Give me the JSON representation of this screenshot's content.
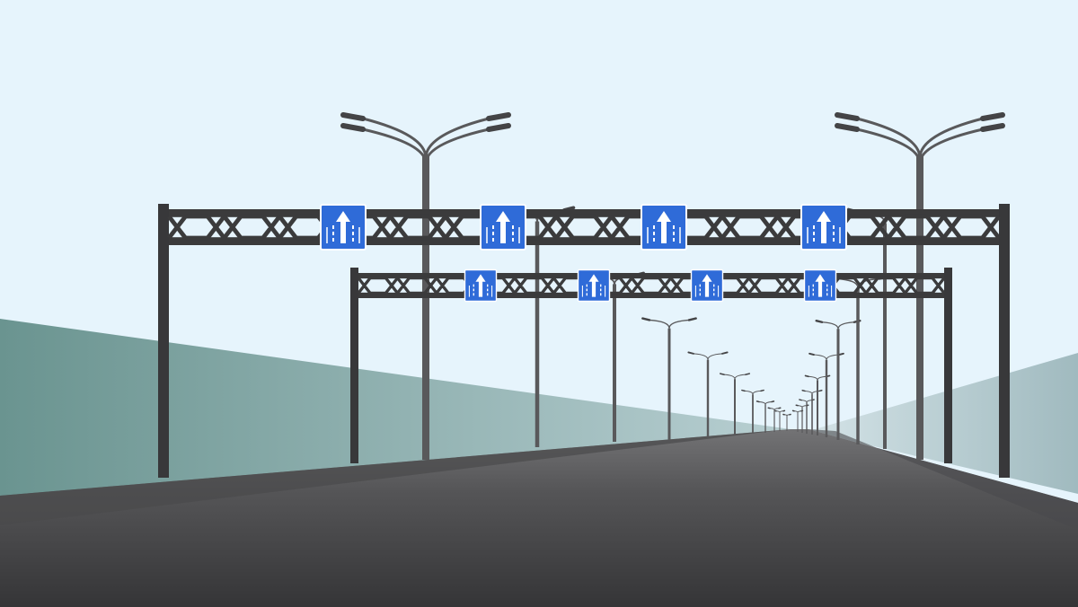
{
  "scene": {
    "subject": "highway-overhead-gantries",
    "colors": {
      "sky": "#e6f4fc",
      "hill_left": "#6f9894",
      "hill_right": "#a3bcc0",
      "road_near": "#3a3a3c",
      "road_far": "#727274",
      "shoulder": "#4a4a4c",
      "steel": "#3b3b3c",
      "sign_blue": "#2f6bd8",
      "sign_border": "#ffffff",
      "lamp_pole": "#5a5a5c"
    },
    "gantries": [
      {
        "name": "near-gantry",
        "sign_count": 4,
        "sign_icon": "lane-arrow-up-icon"
      },
      {
        "name": "far-gantry",
        "sign_count": 4,
        "sign_icon": "lane-arrow-up-icon"
      }
    ],
    "street_lights": {
      "left_count": 8,
      "right_count": 9,
      "lamp_icon": "street-lamp-icon"
    }
  }
}
